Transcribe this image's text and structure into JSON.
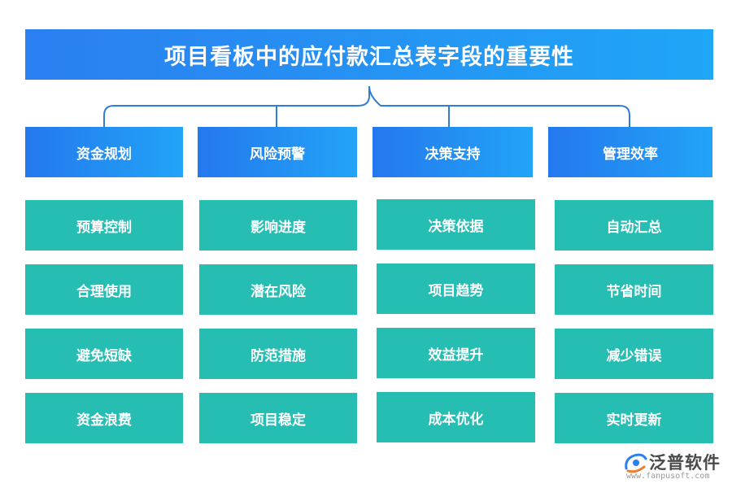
{
  "title": "项目看板中的应付款汇总表字段的重要性",
  "categories": [
    "资金规划",
    "风险预警",
    "决策支持",
    "管理效率"
  ],
  "columns": [
    [
      "预算控制",
      "合理使用",
      "避免短缺",
      "资金浪费"
    ],
    [
      "影响进度",
      "潜在风险",
      "防范措施",
      "项目稳定"
    ],
    [
      "决策依据",
      "项目趋势",
      "效益提升",
      "成本优化"
    ],
    [
      "自动汇总",
      "节省时间",
      "减少错误",
      "实时更新"
    ]
  ],
  "logo": {
    "name": "泛普软件",
    "url": "www.fanpusoft.com"
  },
  "colors": {
    "header": "#2b7ff0",
    "item": "#26bdb2",
    "connector": "#2d7fd6"
  }
}
